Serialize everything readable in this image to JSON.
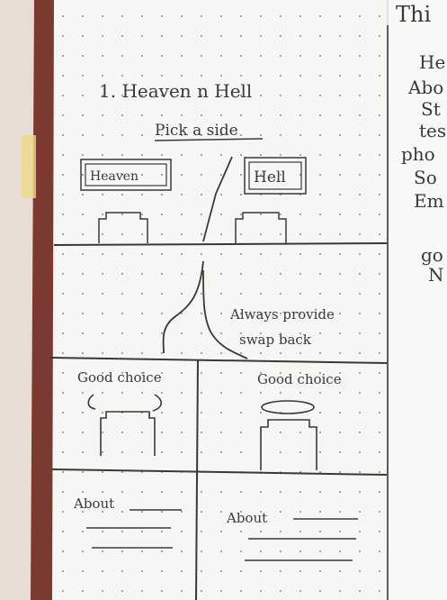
{
  "title": "1. Heaven n Hell",
  "subtitle": "Pick a side",
  "panels": {
    "left_label": "Heaven",
    "right_label": "Hell"
  },
  "flow_note_line1": "Always provide",
  "flow_note_line2": "swap back",
  "choices": {
    "left_heading": "Good choice",
    "right_heading": "Good choice"
  },
  "about": {
    "left": "About",
    "right": "About"
  },
  "right_page": {
    "header": "Thi",
    "lines": [
      "He",
      "Abo",
      "St",
      "tes",
      "pho",
      "So",
      "Em",
      "go",
      "N"
    ]
  },
  "colors": {
    "paper": "#f6f6f4",
    "pencil": "#3b3935",
    "binding": "#7a3a2f"
  }
}
